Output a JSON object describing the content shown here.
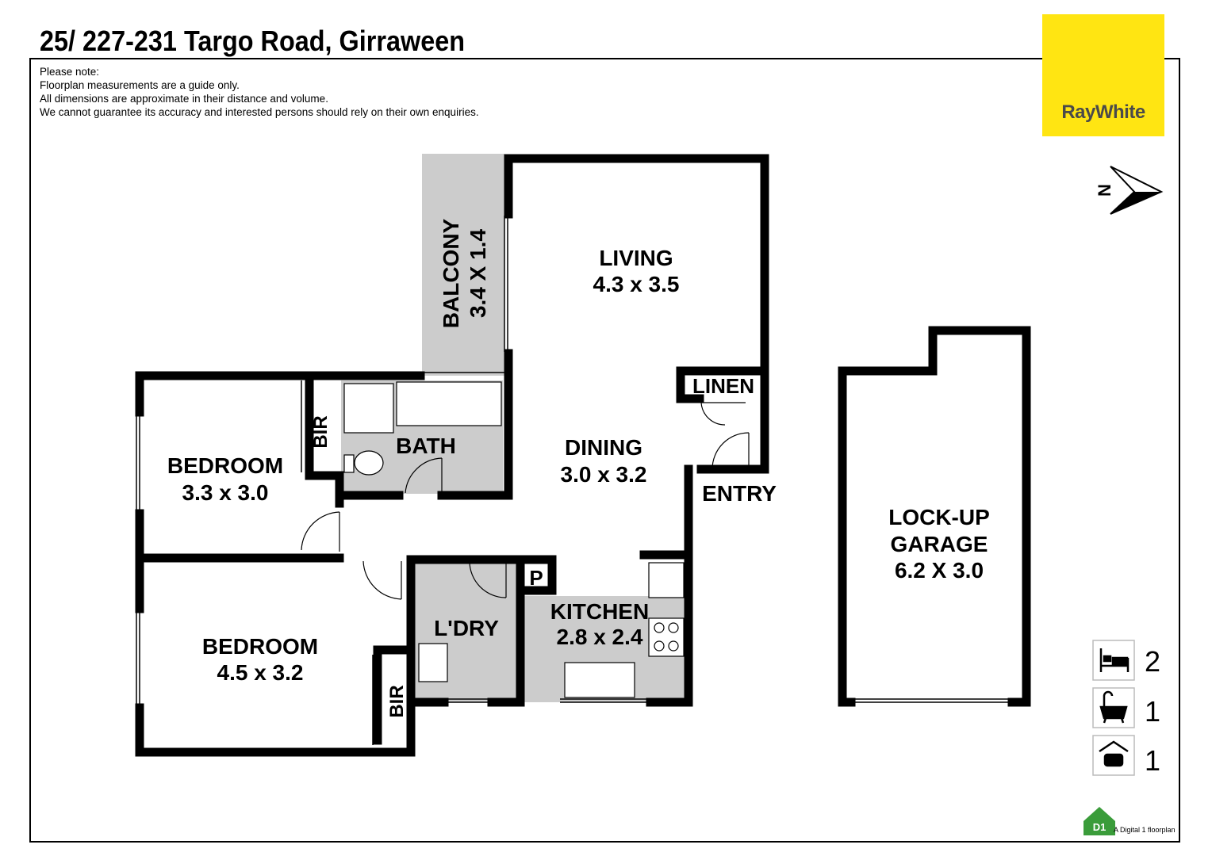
{
  "title": "25/ 227-231 Targo Road, Girraween",
  "notes": [
    "Please note:",
    "Floorplan measurements are a guide only.",
    "All dimensions are approximate in their distance and volume.",
    "We cannot guarantee its accuracy and interested persons should rely on their own enquiries."
  ],
  "brand": {
    "name": "RayWhite",
    "color": "#ffe512"
  },
  "rooms": {
    "balcony": {
      "name": "BALCONY",
      "size": "3.4 X 1.4"
    },
    "living": {
      "name": "LIVING",
      "size": "4.3 x 3.5"
    },
    "linen": {
      "name": "LINEN"
    },
    "bath": {
      "name": "BATH"
    },
    "bir_top": {
      "name": "BIR"
    },
    "bedroom1": {
      "name": "BEDROOM",
      "size": "3.3 x 3.0"
    },
    "dining": {
      "name": "DINING",
      "size": "3.0 x 3.2"
    },
    "entry": {
      "name": "ENTRY"
    },
    "garage": {
      "name": "LOCK-UP",
      "name2": "GARAGE",
      "size": "6.2 X 3.0"
    },
    "pantry": {
      "name": "P"
    },
    "kitchen": {
      "name": "KITCHEN",
      "size": "2.8 x 2.4"
    },
    "laundry": {
      "name": "L'DRY"
    },
    "bedroom2": {
      "name": "BEDROOM",
      "size": "4.5 x 3.2"
    },
    "bir_bottom": {
      "name": "BIR"
    }
  },
  "compass": {
    "label": "N"
  },
  "stats": {
    "bedrooms": "2",
    "bathrooms": "1",
    "parking": "1"
  },
  "footer": {
    "badge": "D1",
    "credit": "A Digital 1 floorplan"
  },
  "colors": {
    "wet_area": "#cccccc",
    "wall": "#000000"
  }
}
